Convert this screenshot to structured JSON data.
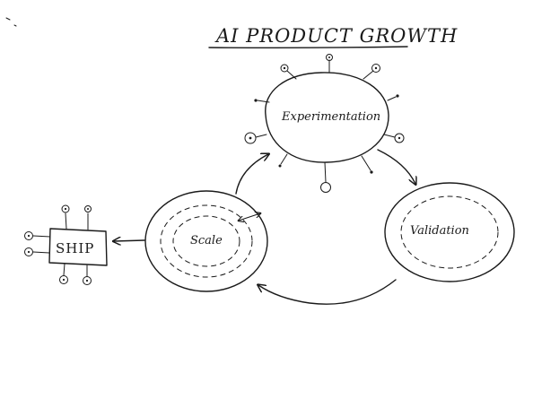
{
  "diagram": {
    "title": "AI PRODUCT GROWTH",
    "nodes": {
      "experimentation": {
        "label": "Experimentation"
      },
      "validation": {
        "label": "Validation"
      },
      "scale": {
        "label": "Scale"
      },
      "ship": {
        "label": "SHIP"
      }
    },
    "cycle": [
      "Experimentation",
      "Validation",
      "Scale"
    ],
    "ink_color": "#1a1a1a",
    "background_color": "#ffffff"
  }
}
